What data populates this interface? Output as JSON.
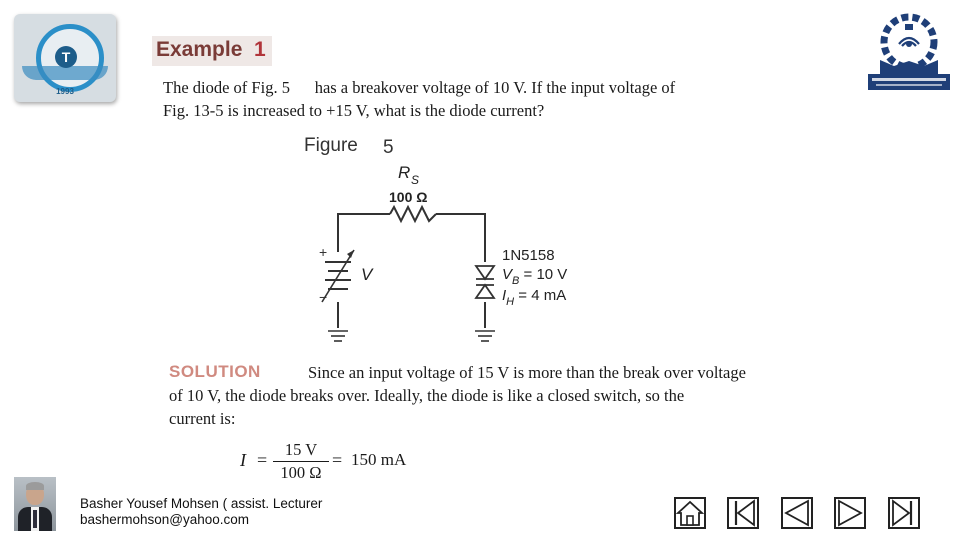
{
  "header": {
    "left_logo_year": "1993",
    "example_word": "Example",
    "example_number": "1"
  },
  "question": {
    "line1": "The diode of Fig. 5      has a breakover voltage of 10 V. If the input voltage of",
    "line2": "Fig. 13-5 is increased to +15 V, what is the diode current?"
  },
  "figure": {
    "title": "Figure",
    "number": "5",
    "resistor_name": "R",
    "resistor_sub": "S",
    "resistor_value": "100 Ω",
    "source_plus": "+",
    "source_minus": "−",
    "source_label": "V",
    "diode_part": "1N5158",
    "vb_label": "V",
    "vb_sub": "B",
    "vb_value": " = 10 V",
    "ih_label": "I",
    "ih_sub": "H",
    "ih_value": " = 4 mA"
  },
  "solution": {
    "heading": "SOLUTION",
    "line1": "Since an input voltage of 15 V is more than the break over voltage",
    "line2": "of 10 V, the diode breaks over. Ideally, the diode is like a closed switch, so the",
    "line3": "current is:"
  },
  "formula": {
    "lhs": "I",
    "eq": "=",
    "numerator": "15 V",
    "denominator": "100 Ω",
    "eq2": "=",
    "result": "150 mA"
  },
  "footer": {
    "author": "Basher Yousef Mohsen ( assist. Lecturer",
    "email": "bashermohson@yahoo.com"
  },
  "nav": {
    "buttons": [
      "home-icon",
      "first-slide-icon",
      "previous-slide-icon",
      "next-slide-icon",
      "last-slide-icon"
    ]
  }
}
